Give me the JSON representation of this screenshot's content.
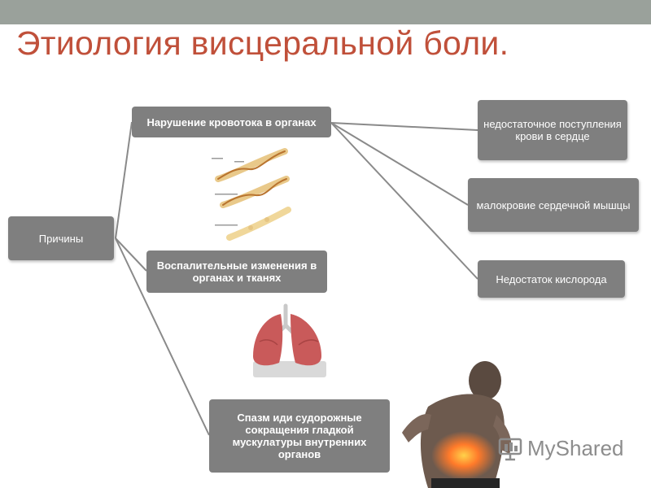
{
  "title": "Этиология висцеральной боли.",
  "nodes": {
    "root": "Причины",
    "cause_blood_flow": "Нарушение кровотока в органах",
    "cause_inflammation": "Воспалительные изменения в органах и тканях",
    "cause_spasm": "Спазм иди судорожные сокращения гладкой мускулатуры внутренних органов",
    "effect_blood_supply": "недостаточное поступления крови в сердце",
    "effect_anemia": "малокровие сердечной мышцы",
    "effect_oxygen": "Недостаток кислорода"
  },
  "illustrations": {
    "vessels": "blood-vessels-illustration",
    "lungs": "lungs-illustration",
    "back_pain": "back-pain-illustration"
  },
  "watermark": {
    "text": "MyShared"
  },
  "colors": {
    "title": "#c0503a",
    "box": "#7f7f7f",
    "connector": "#8a8a8a",
    "topbar": "#9aa19b"
  }
}
